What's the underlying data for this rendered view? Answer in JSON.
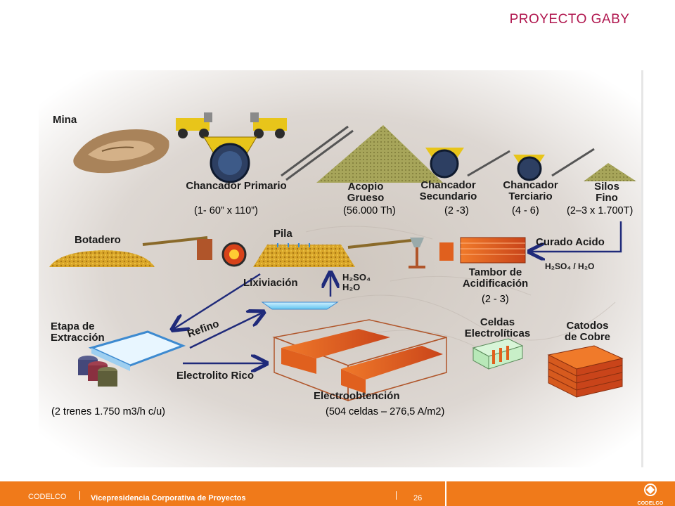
{
  "slide": {
    "title": "PROYECTO GABY"
  },
  "diagram": {
    "labels": {
      "mina": "Mina",
      "chancador_primario": "Chancador Primario",
      "acopio_grueso": "Acopio\nGrueso",
      "chancador_secundario": "Chancador\nSecundario",
      "chancador_terciario": "Chancador\nTerciario",
      "silos_fino": "Silos\nFino",
      "botadero": "Botadero",
      "pila": "Pila",
      "curado_acido": "Curado Acido",
      "reagent_curado": "H₂SO₄ / H₂O",
      "tambor": "Tambor de\nAcidificación",
      "lixiviacion": "Lixiviación",
      "reagent_lix": "H₂SO₄\nH₂O",
      "etapa_extraccion": "Etapa de\nExtracción",
      "refino": "Refino",
      "celdas": "Celdas\nElectrolíticas",
      "catodos": "Catodos\nde Cobre",
      "electrolito_rico": "Electrolito Rico",
      "electroobtencion": "Electroobtención"
    },
    "specs": {
      "primario": "(1- 60” x 110”)",
      "acopio": "(56.000 Th)",
      "secundario": "(2 -3)",
      "terciario": "(4 - 6)",
      "silos": "(2–3 x 1.700T)",
      "tambor": "(2 - 3)",
      "extraccion": "(2 trenes 1.750 m3/h c/u)",
      "electroobtencion": "(504 celdas – 276,5 A/m2)"
    }
  },
  "footer": {
    "company": "CODELCO",
    "department": "Vicepresidencia Corporativa de Proyectos",
    "page_number": "26",
    "logo_text": "CODELCO"
  },
  "colors": {
    "title": "#b0164e",
    "footer": "#f07a1a",
    "ore_gold": "#d9a62a",
    "copper": "#e0601e",
    "arrow": "#1f2a7a",
    "truck_yellow": "#e8c51a"
  }
}
